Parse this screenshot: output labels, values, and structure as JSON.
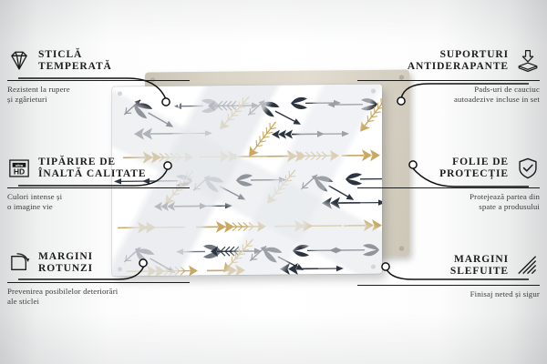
{
  "page": {
    "kind": "product-infographic",
    "language": "ro"
  },
  "colors": {
    "ink": "#1d1d1d",
    "subtext": "#3a3a3a",
    "gold": "#c9a961",
    "gold_dark": "#b08f45",
    "navy": "#2c3440",
    "navy_light": "#6f7782",
    "board_beige": "#ddd8ca",
    "glass_white": "#ffffff",
    "background": "#f4f5f5"
  },
  "features": {
    "left": [
      {
        "icon": "diamond-icon",
        "title": "STICLĂ\nTEMPERATĂ",
        "title_line1": "STICLĂ",
        "title_line2": "TEMPERATĂ",
        "subtitle_line1": "Rezistent la rupere",
        "subtitle_line2": "și zgârieturi"
      },
      {
        "icon": "ultra-hd-icon",
        "title_line1": "TIPĂRIRE DE",
        "title_line2": "ÎNALTĂ CALITATE",
        "icon_label_small": "ultra",
        "icon_label_big": "HD",
        "subtitle_line1": "Culori intense și",
        "subtitle_line2": "o imagine vie"
      },
      {
        "icon": "rounded-corner-icon",
        "title_line1": "MARGINI",
        "title_line2": "ROTUNZI",
        "subtitle_line1": "Prevenirea posibilelor deteriorări",
        "subtitle_line2": "ale sticlei"
      }
    ],
    "right": [
      {
        "icon": "anti-slip-pad-icon",
        "title_line1": "SUPORTURI",
        "title_line2": "ANTIDERAPANTE",
        "subtitle_line1": "Pads-uri de cauciuc",
        "subtitle_line2": "autoadezive incluse in set"
      },
      {
        "icon": "shield-check-icon",
        "title_line1": "FOLIE DE",
        "title_line2": "PROTECȚIE",
        "subtitle_line1": "Protejează partea din",
        "subtitle_line2": "spate a produsului"
      },
      {
        "icon": "polished-edge-icon",
        "title_line1": "MARGINI",
        "title_line2": "SLEFUITE",
        "subtitle_line1": "Finisaj neted și sigur",
        "subtitle_line2": ""
      }
    ]
  },
  "product": {
    "name": "glass-cutting-board",
    "pattern": "arrows",
    "pattern_colors": [
      "#c9a961",
      "#2c3440",
      "#6f7782"
    ]
  }
}
